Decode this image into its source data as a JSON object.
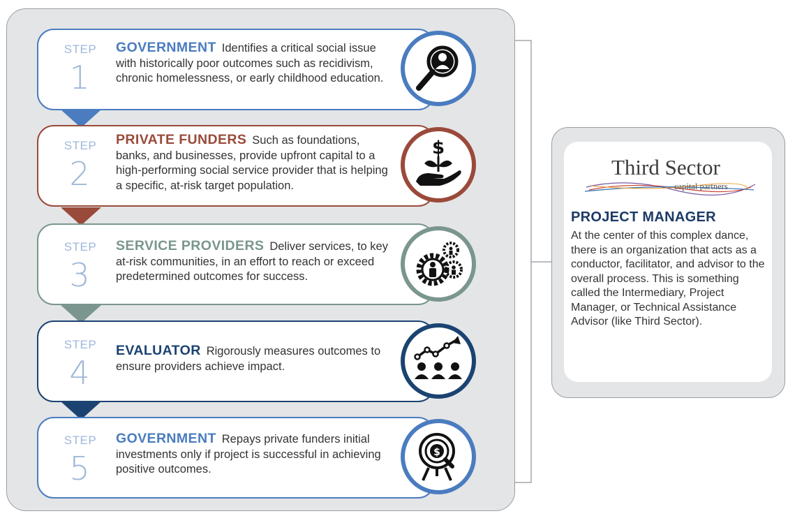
{
  "colors": {
    "step1": "#4a7cbf",
    "step2": "#9a4a3a",
    "step3": "#7a968e",
    "step4": "#1b4371",
    "step5": "#4a7cbf",
    "step_label": "#9fb7da",
    "project_manager": "#1d3a66"
  },
  "steps": [
    {
      "label": "STEP",
      "number": "1",
      "heading": "GOVERNMENT",
      "text": "Identifies a critical social issue with historically poor outcomes such as recidivism, chronic homelessness, or early childhood education.",
      "icon": "magnifier-person-icon"
    },
    {
      "label": "STEP",
      "number": "2",
      "heading": "PRIVATE FUNDERS",
      "text": "Such as foundations, banks, and businesses, provide upfront capital to a high-performing social service provider that is helping a specific, at-risk target population.",
      "icon": "hand-money-plant-icon"
    },
    {
      "label": "STEP",
      "number": "3",
      "heading": "SERVICE PROVIDERS",
      "text": "Deliver services, to key at-risk communities, in an effort to reach or exceed predetermined outcomes for success.",
      "icon": "gears-people-icon"
    },
    {
      "label": "STEP",
      "number": "4",
      "heading": "EVALUATOR",
      "text": "Rigorously measures outcomes to ensure providers achieve impact.",
      "icon": "growth-chart-people-icon"
    },
    {
      "label": "STEP",
      "number": "5",
      "heading": "GOVERNMENT",
      "text": "Repays private funders initial investments only if project is successful in achieving positive outcomes.",
      "icon": "target-money-icon"
    }
  ],
  "sidebar": {
    "logo_name": "Third Sector",
    "logo_sub": "capital partners",
    "title": "PROJECT MANAGER",
    "body": "At the center of this complex dance, there is an organization that acts as a conductor, facilitator, and advisor to the overall process. This is something called the Intermediary, Project Manager, or Technical Assistance Advisor (like Third Sector)."
  }
}
